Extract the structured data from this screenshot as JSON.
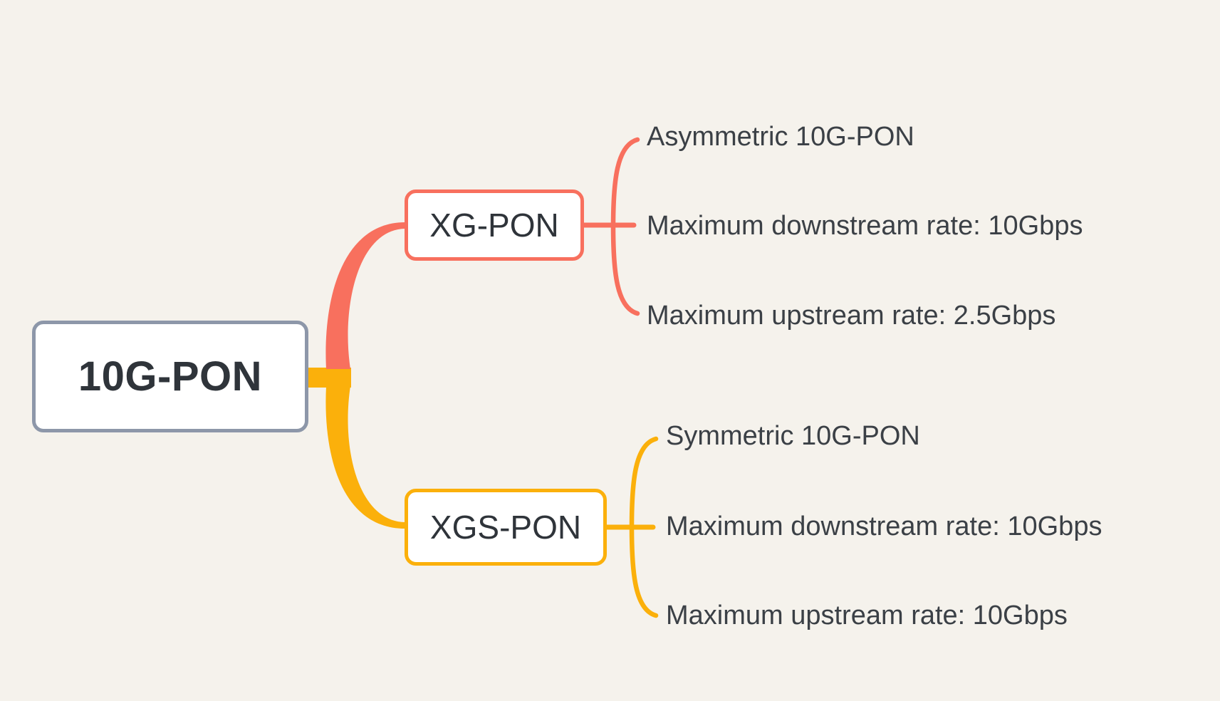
{
  "colors": {
    "background": "#f5f2ec",
    "node_fill": "#ffffff",
    "node_text": "#2f343a",
    "text": "#3b4046",
    "root_border": "#8d97a9",
    "branch_xg": "#f8705e",
    "branch_xgs": "#fbb00b"
  },
  "mindmap": {
    "root": {
      "label": "10G-PON"
    },
    "branches": [
      {
        "label": "XG-PON",
        "color": "#f8705e",
        "children": [
          {
            "label": "Asymmetric 10G-PON"
          },
          {
            "label": "Maximum downstream rate: 10Gbps"
          },
          {
            "label": "Maximum upstream rate: 2.5Gbps"
          }
        ]
      },
      {
        "label": "XGS-PON",
        "color": "#fbb00b",
        "children": [
          {
            "label": "Symmetric 10G-PON"
          },
          {
            "label": "Maximum downstream rate: 10Gbps"
          },
          {
            "label": "Maximum upstream rate: 10Gbps"
          }
        ]
      }
    ]
  }
}
